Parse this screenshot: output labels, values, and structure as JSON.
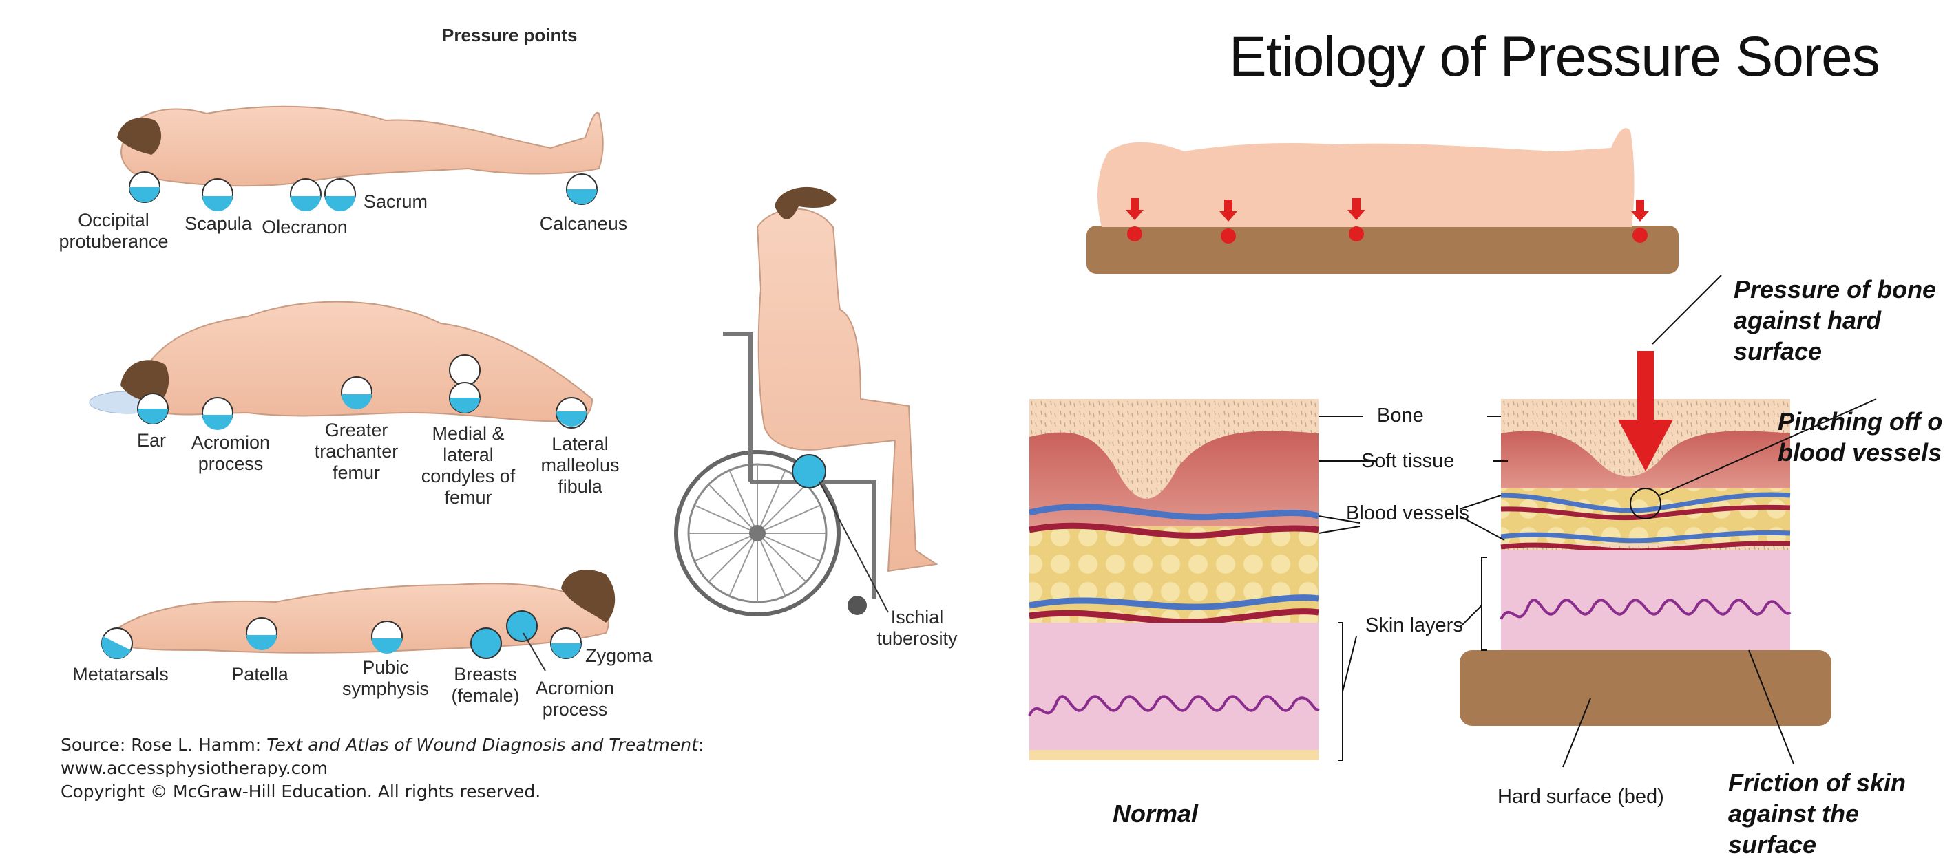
{
  "left_panel": {
    "title": "Pressure points",
    "supine_labels": {
      "occipital": "Occipital\nprotuberance",
      "scapula": "Scapula",
      "olecranon": "Olecranon",
      "sacrum": "Sacrum",
      "calcaneus": "Calcaneus"
    },
    "side_labels": {
      "ear": "Ear",
      "acromion": "Acromion\nprocess",
      "greater_trochanter": "Greater\ntrachanter\nfemur",
      "condyles": "Medial &\nlateral\ncondyles of\nfemur",
      "malleolus": "Lateral\nmalleolus\nfibula"
    },
    "prone_labels": {
      "metatarsals": "Metatarsals",
      "patella": "Patella",
      "pubic": "Pubic\nsymphysis",
      "breasts": "Breasts\n(female)",
      "acromion": "Acromion\nprocess",
      "zygoma": "Zygoma"
    },
    "wheelchair_label": "Ischial\ntuberosity",
    "source_prefix": "Source: Rose L. Hamm: ",
    "source_title": "Text and Atlas of Wound Diagnosis and Treatment",
    "source_suffix": ":",
    "source_url": "www.accessphysiotherapy.com",
    "copyright": "Copyright © McGraw-Hill Education. All rights reserved."
  },
  "right_panel": {
    "title": "Etiology of Pressure Sores",
    "labels": {
      "bone": "Bone",
      "soft_tissue": "Soft tissue",
      "blood_vessels": "Blood vessels",
      "skin_layers": "Skin layers",
      "hard_surface": "Hard surface (bed)"
    },
    "notes": {
      "pressure": "Pressure of bone\nagainst hard surface",
      "pinching": "Pinching off o\nblood vessels",
      "friction": "Friction of skin\nagainst the surface",
      "normal": "Normal"
    }
  },
  "colors": {
    "skin": "#f6c9b0",
    "pressure_dot": "#39b8e0",
    "bed": "#a77a52",
    "arrow_red": "#e02020",
    "bone": "#f5d7bb",
    "muscle": "#c9605a",
    "fat": "#f0d58a",
    "dermis": "#efc3d8"
  }
}
